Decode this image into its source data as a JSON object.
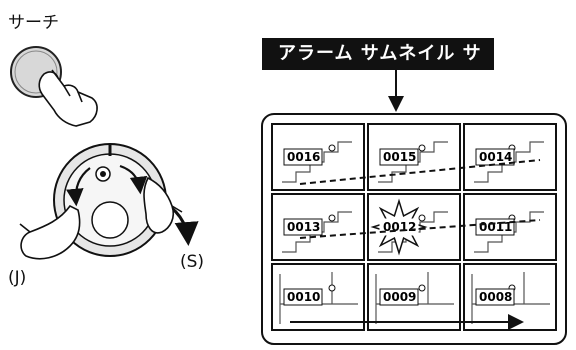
{
  "search_button": {
    "label": "サーチ"
  },
  "jog_shuttle": {
    "jog_label": "(J)",
    "shuttle_label": "(S)"
  },
  "screen": {
    "title": "アラーム サムネイル サーチ",
    "thumbnails": [
      "0016",
      "0015",
      "0014",
      "0013",
      "0012",
      "0011",
      "0010",
      "0009",
      "0008"
    ]
  }
}
